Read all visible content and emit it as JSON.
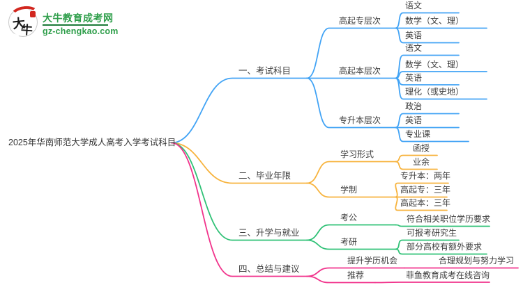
{
  "logo": {
    "bubble_char_1": "大",
    "bubble_char_2": "牛",
    "site_name": "大牛教育成考网",
    "site_url": "gz-chengkao.com"
  },
  "colors": {
    "branch_blue": "#41a3f5",
    "branch_amber": "#f7b33d",
    "branch_green": "#2fc176",
    "branch_pink": "#f1348c",
    "brand_green": "#2e9e4a",
    "brand_dark_green": "#1c7a38",
    "brand_red": "#d2271f",
    "text": "#3c3c3c"
  },
  "mindmap": {
    "root": "2025年华南师范大学成人高考入学考试科目",
    "branches": [
      {
        "label": "一、考试科目",
        "color": "#41a3f5",
        "children": [
          {
            "label": "高起专层次",
            "children": [
              {
                "label": "语文"
              },
              {
                "label": "数学（文、理）"
              },
              {
                "label": "英语"
              }
            ]
          },
          {
            "label": "高起本层次",
            "children": [
              {
                "label": "语文"
              },
              {
                "label": "数学（文、理）"
              },
              {
                "label": "英语"
              },
              {
                "label": "理化（或史地）"
              }
            ]
          },
          {
            "label": "专升本层次",
            "children": [
              {
                "label": "政治"
              },
              {
                "label": "英语"
              },
              {
                "label": "专业课"
              }
            ]
          }
        ]
      },
      {
        "label": "二、毕业年限",
        "color": "#f7b33d",
        "children": [
          {
            "label": "学习形式",
            "children": [
              {
                "label": "函授"
              },
              {
                "label": "业余"
              }
            ]
          },
          {
            "label": "学制",
            "children": [
              {
                "label": "专升本：两年"
              },
              {
                "label": "高起专：三年"
              },
              {
                "label": "高起本：三年"
              }
            ]
          }
        ]
      },
      {
        "label": "三、升学与就业",
        "color": "#2fc176",
        "children": [
          {
            "label": "考公",
            "children": [
              {
                "label": "符合相关职位学历要求"
              }
            ]
          },
          {
            "label": "考研",
            "children": [
              {
                "label": "可报考研究生"
              },
              {
                "label": "部分高校有额外要求"
              }
            ]
          }
        ]
      },
      {
        "label": "四、总结与建议",
        "color": "#f1348c",
        "children": [
          {
            "label": "提升学历机会",
            "children": [
              {
                "label": "合理规划与努力学习"
              }
            ]
          },
          {
            "label": "推荐",
            "children": [
              {
                "label": "菲鱼教育成考在线咨询"
              }
            ]
          }
        ]
      }
    ]
  }
}
